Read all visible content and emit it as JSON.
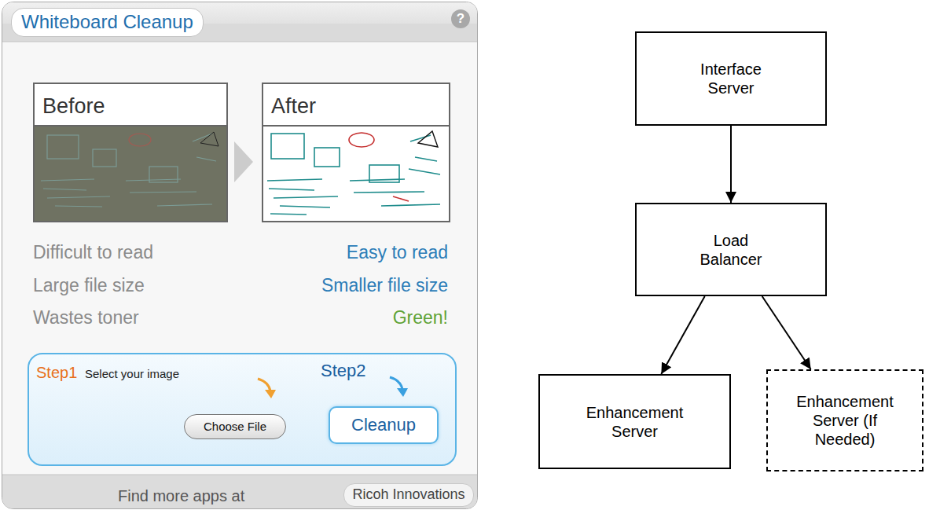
{
  "diagram": {
    "nodes": [
      {
        "text": [
          "Whiteboard Cleanup"
        ]
      },
      {
        "text": [
          "Before"
        ],
        "in": 0
      },
      {
        "text": [
          "After"
        ],
        "in": 0
      },
      {
        "text": [
          "Step1",
          "Select your image",
          "Step2"
        ],
        "in": 0
      },
      {
        "text": [
          "Choose File"
        ],
        "in": 3
      },
      {
        "text": [
          "Cleanup"
        ],
        "in": 3
      },
      {
        "text": [
          "Ricoh Innovations"
        ],
        "in": 0
      },
      {
        "text": [
          "Interface Server"
        ]
      },
      {
        "text": [
          "Load Balancer"
        ]
      },
      {
        "text": [
          "Enhancement Server"
        ]
      },
      {
        "text": [
          "Enhancement Server (If Needed)"
        ]
      }
    ],
    "edges": [
      {
        "from": 7,
        "to": 8,
        "arrow": "to"
      },
      {
        "from": 8,
        "to": 9,
        "arrow": "to"
      },
      {
        "from": 8,
        "to": 10,
        "arrow": "to"
      }
    ],
    "labels": [
      "?",
      "Difficult to read",
      "Easy to read",
      "Large file size",
      "Smaller file size",
      "Wastes toner",
      "Green!",
      "Find more apps at"
    ]
  }
}
